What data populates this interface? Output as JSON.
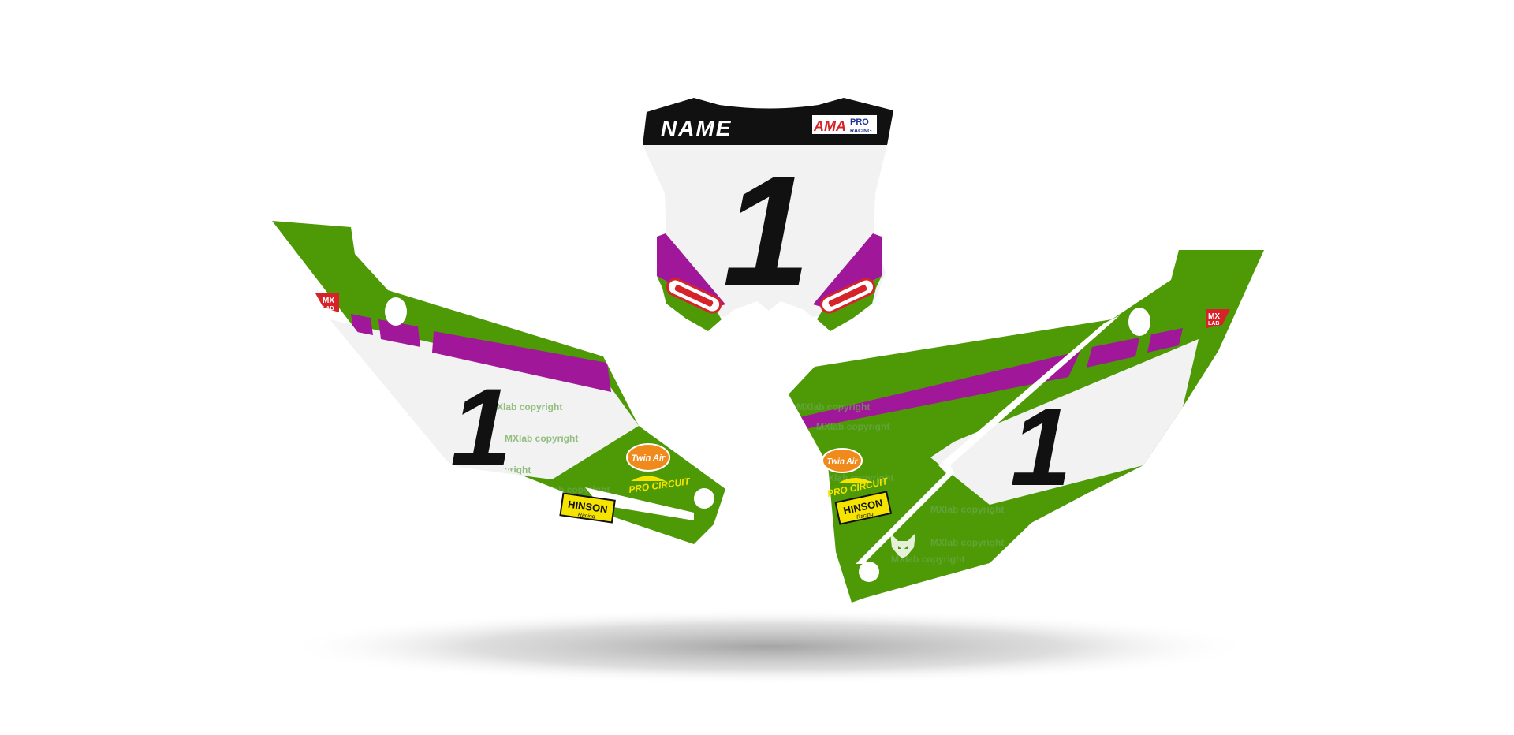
{
  "colors": {
    "green": "#4e9a06",
    "purple": "#a0179a",
    "white_panel": "#f2f2f2",
    "black": "#111111",
    "ama_red": "#d6232a",
    "ama_blue": "#1d2f8f",
    "sponsor_orange": "#f08a1c",
    "sponsor_yellow": "#f5e400"
  },
  "front_plate": {
    "name_text": "NAME",
    "race_number": "1",
    "logo_ama_mark": "AMA",
    "logo_ama_pro": "PRO",
    "logo_ama_racing": "RACING"
  },
  "left_panel": {
    "race_number": "1",
    "badge_mx": "MX",
    "badge_lab": "LAB",
    "sponsor_twinair": "Twin Air",
    "sponsor_procircuit": "PRO CIRCUIT",
    "sponsor_hinson": "HINSON",
    "sponsor_hinson_sub": "Racing"
  },
  "right_panel": {
    "race_number": "1",
    "badge_mx": "MX",
    "badge_lab": "LAB",
    "sponsor_twinair": "Twin Air",
    "sponsor_procircuit": "PRO CIRCUIT",
    "sponsor_hinson": "HINSON",
    "sponsor_hinson_sub": "Racing",
    "brand_icon": "fox-head-icon"
  },
  "watermark": {
    "text": "MXlab copyright"
  }
}
